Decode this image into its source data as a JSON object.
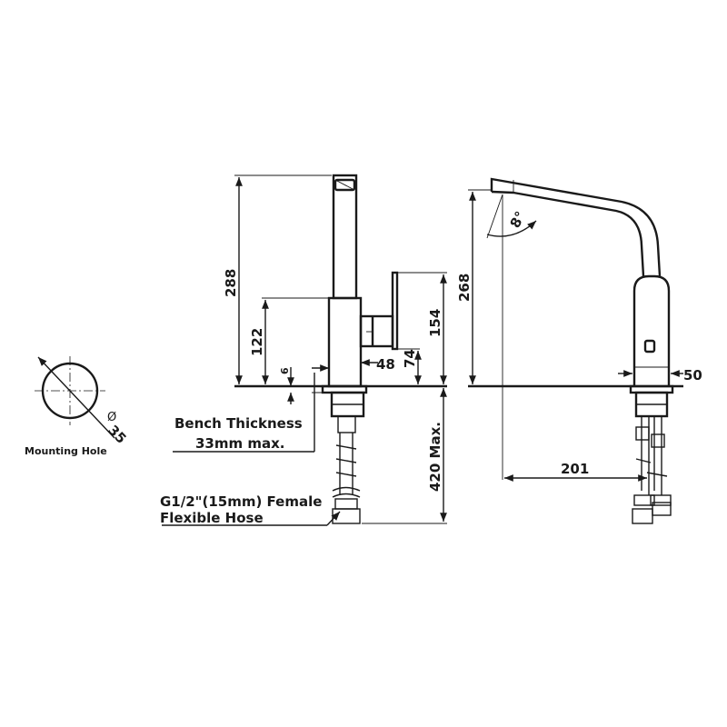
{
  "mounting_hole": {
    "caption": "Mounting Hole",
    "diameter": "35"
  },
  "front_view": {
    "dim_overall_height": "288",
    "dim_body_height": "122",
    "dim_bench_gap": "6",
    "dim_handle_offset": "48",
    "dim_handle_height": "74",
    "dim_lever_height": "154",
    "dim_below_bench": "420 Max."
  },
  "side_view": {
    "dim_spout_height": "268",
    "dim_spout_angle": "8°",
    "dim_body_width": "50",
    "dim_spout_reach": "201"
  },
  "notes": {
    "bench_line1": "Bench Thickness",
    "bench_line2": "33mm max.",
    "hose_line1": "G1/2\"(15mm) Female",
    "hose_line2": "Flexible Hose"
  },
  "colors": {
    "line": "#1a1a1a",
    "background": "#ffffff"
  }
}
